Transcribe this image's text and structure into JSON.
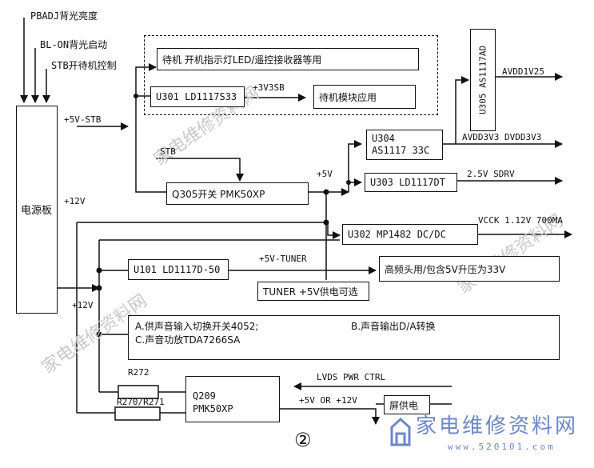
{
  "inputs": {
    "pbadj": "PBADJ背光亮度",
    "bl_on": "BL-ON背光启动",
    "stb_ctrl": "STB开待机控制"
  },
  "blocks": {
    "power_board": "电源板",
    "standby_led": "待机 开机指示灯LED/遥控接收器等用",
    "u301": "U301 LD1117S33",
    "standby_module": "待机模块应用",
    "u305": "U305 AS1117AD",
    "u304_line1": "U304",
    "u304_line2": "AS1117 33C",
    "u303": "U303 LD1117DT",
    "q305": "Q305开关 PMK50XP",
    "u302": "U302 MP1482 DC/DC",
    "u101": "U101 LD1117D-50",
    "tuner_supply": "TUNER +5V供电可选",
    "tuner_use": "高频头用/包含5V升压为33V",
    "audio_line1a": "A.供声音输入切换开关4052;",
    "audio_line1b": "B.声音输出D/A转换",
    "audio_line2": "C.声音功放TDA7266SA",
    "q209_line1": "Q209",
    "q209_line2": "PMK50XP",
    "screen_power": "屏供电"
  },
  "labels": {
    "v5_stb": "+5V-STB",
    "v3v3sb": "+3V3SB",
    "avdd1v25": "AVDD1V25",
    "avdd3v3": "AVDD3V3 DVDD3V3",
    "stb": "STB",
    "v5": "+5V",
    "sdrv": "2.5V SDRV",
    "v12_top": "+12V",
    "vcck": "VCCK 1.12V 700MA",
    "v5_tuner": "+5V-TUNER",
    "v12_left": "+12V",
    "r272": "R272",
    "r270": "R270/R271",
    "lvds": "LVDS PWR CTRL",
    "v5_or_12": "+5V OR +12V",
    "circle_num": "②"
  },
  "watermarks": {
    "logo": "家电维修资料网",
    "logo_sub": "www.520101.com"
  }
}
